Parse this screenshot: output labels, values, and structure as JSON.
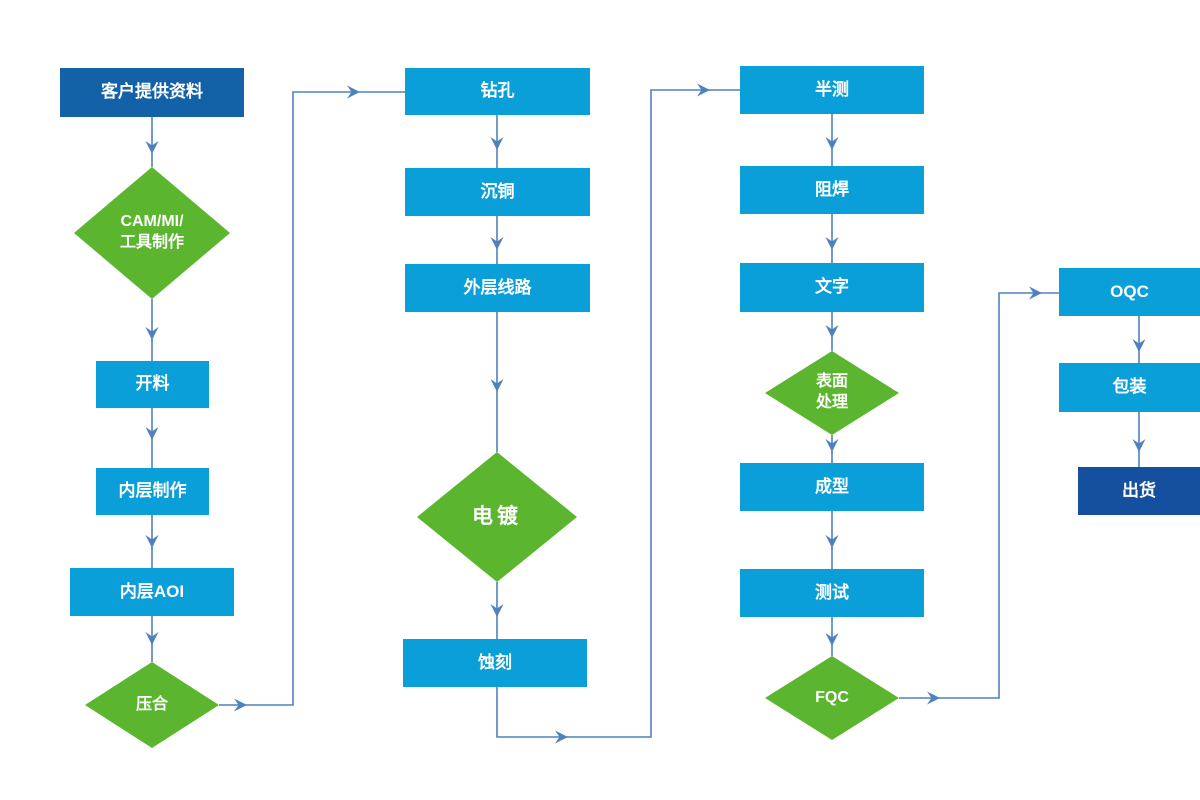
{
  "diagram": {
    "type": "flowchart",
    "colors": {
      "process_fill": "#0a9fd9",
      "start_fill": "#1362a8",
      "end_fill": "#15509e",
      "decision_fill": "#5cb52e",
      "connector": "#4f81bd",
      "text": "#ffffff"
    },
    "nodes": [
      {
        "id": "customer-data",
        "type": "start",
        "label": "客户提供资料"
      },
      {
        "id": "cam-mi-tooling",
        "type": "decision",
        "label": "CAM/MI/\n工具制作"
      },
      {
        "id": "cutting",
        "type": "process",
        "label": "开料"
      },
      {
        "id": "inner-layer",
        "type": "process",
        "label": "内层制作"
      },
      {
        "id": "inner-aoi",
        "type": "process",
        "label": "内层AOI"
      },
      {
        "id": "lamination",
        "type": "decision",
        "label": "压合"
      },
      {
        "id": "drilling",
        "type": "process",
        "label": "钻孔"
      },
      {
        "id": "copper-deposition",
        "type": "process",
        "label": "沉铜"
      },
      {
        "id": "outer-circuit",
        "type": "process",
        "label": "外层线路"
      },
      {
        "id": "plating",
        "type": "decision",
        "label": "电镀"
      },
      {
        "id": "etching",
        "type": "process",
        "label": "蚀刻"
      },
      {
        "id": "half-test",
        "type": "process",
        "label": "半测"
      },
      {
        "id": "solder-mask",
        "type": "process",
        "label": "阻焊"
      },
      {
        "id": "legend-print",
        "type": "process",
        "label": "文字"
      },
      {
        "id": "surface-finish",
        "type": "decision",
        "label": "表面\n处理"
      },
      {
        "id": "forming",
        "type": "process",
        "label": "成型"
      },
      {
        "id": "testing",
        "type": "process",
        "label": "测试"
      },
      {
        "id": "fqc",
        "type": "decision",
        "label": "FQC"
      },
      {
        "id": "oqc",
        "type": "process",
        "label": "OQC"
      },
      {
        "id": "packing",
        "type": "process",
        "label": "包装"
      },
      {
        "id": "shipment",
        "type": "end",
        "label": "出货"
      }
    ],
    "edges": [
      {
        "from": "customer-data",
        "to": "cam-mi-tooling"
      },
      {
        "from": "cam-mi-tooling",
        "to": "cutting"
      },
      {
        "from": "cutting",
        "to": "inner-layer"
      },
      {
        "from": "inner-layer",
        "to": "inner-aoi"
      },
      {
        "from": "inner-aoi",
        "to": "lamination"
      },
      {
        "from": "lamination",
        "to": "drilling"
      },
      {
        "from": "drilling",
        "to": "copper-deposition"
      },
      {
        "from": "copper-deposition",
        "to": "outer-circuit"
      },
      {
        "from": "outer-circuit",
        "to": "plating"
      },
      {
        "from": "plating",
        "to": "etching"
      },
      {
        "from": "etching",
        "to": "half-test"
      },
      {
        "from": "half-test",
        "to": "solder-mask"
      },
      {
        "from": "solder-mask",
        "to": "legend-print"
      },
      {
        "from": "legend-print",
        "to": "surface-finish"
      },
      {
        "from": "surface-finish",
        "to": "forming"
      },
      {
        "from": "forming",
        "to": "testing"
      },
      {
        "from": "testing",
        "to": "fqc"
      },
      {
        "from": "fqc",
        "to": "oqc"
      },
      {
        "from": "oqc",
        "to": "packing"
      },
      {
        "from": "packing",
        "to": "shipment"
      }
    ]
  }
}
